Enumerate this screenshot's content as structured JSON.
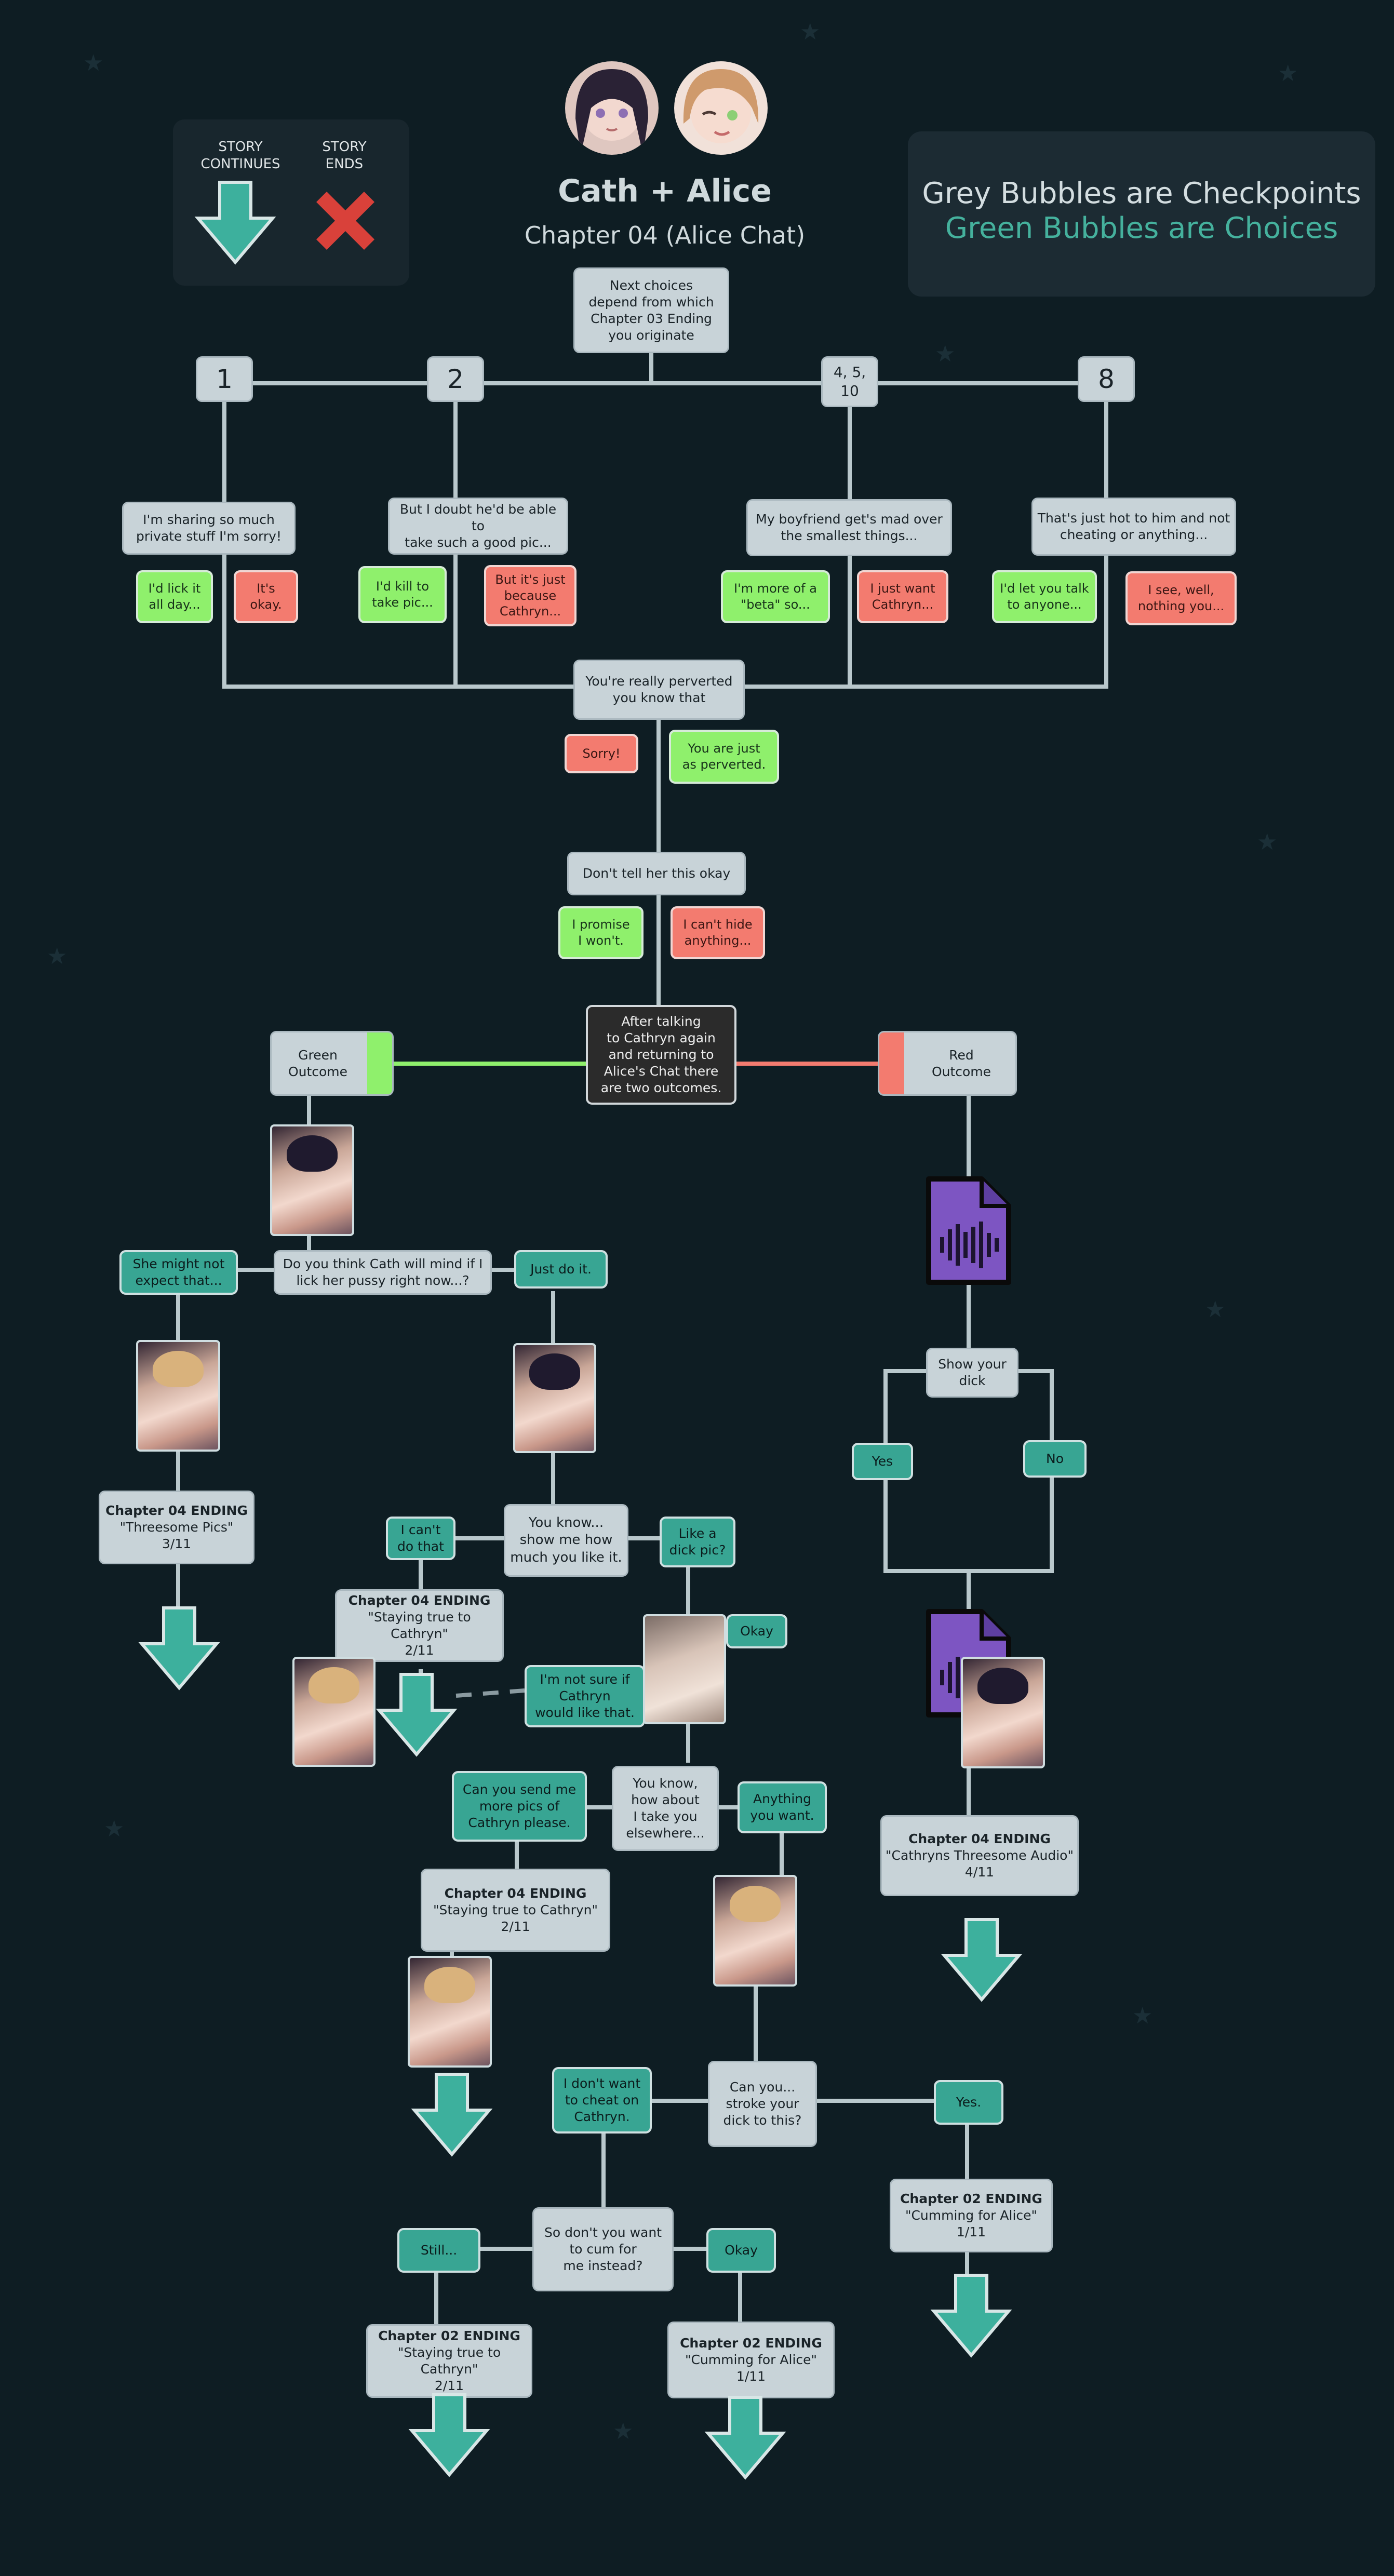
{
  "header": {
    "title": "Cath + Alice",
    "subtitle": "Chapter 04 (Alice Chat)",
    "characters": [
      {
        "name": "Cath",
        "hair_color": "#2a2235",
        "accent": "#8d6fb3"
      },
      {
        "name": "Alice",
        "hair_color": "#cf9a6c",
        "accent": "#8ccf75"
      }
    ]
  },
  "legend": {
    "continues_label": "STORY\nCONTINUES",
    "ends_label": "STORY\nENDS",
    "continues_icon": "down-arrow-icon",
    "ends_icon": "x-icon"
  },
  "info_box": {
    "line1": "Grey Bubbles are Checkpoints",
    "line2": "Green Bubbles are Choices",
    "line1_color": "#d3dde0",
    "line2_color": "#45b19d"
  },
  "colors": {
    "background": "#0e1d23",
    "line": "#b9c8cc",
    "checkpoint": "#c8d3d8",
    "choice": "#38a593",
    "positive_choice": "#8ff06c",
    "negative_choice": "#f37b6f",
    "green_outcome": "#8ff06c",
    "red_outcome": "#f37b6f",
    "audio_file": "#7d55c2"
  },
  "nodes": {
    "intro": "Next choices\ndepend from which\nChapter 03 Ending\nyou originate",
    "branch1": "1",
    "branch2": "2",
    "branch3": "4, 5,\n10",
    "branch4": "8",
    "q1": "I'm sharing so much\nprivate stuff I'm sorry!",
    "q2": "But I doubt he'd be able to\ntake such a good pic...",
    "q3": "My boyfriend get's mad over\nthe smallest things...",
    "q4": "That's just hot to him and not\ncheating or anything...",
    "a1g": "I'd lick it\nall day...",
    "a1r": "It's\nokay.",
    "a2g": "I'd kill to\ntake pic...",
    "a2r": "But it's just\nbecause\nCathryn...",
    "a3g": "I'm more of a\n\"beta\" so...",
    "a3r": "I just want\nCathryn...",
    "a4g": "I'd let you talk\nto anyone...",
    "a4r": "I see, well,\nnothing you...",
    "perverted": "You're really perverted\nyou know that",
    "sorry": "Sorry!",
    "just_as": "You are just\nas perverted.",
    "dont_tell": "Don't tell her this okay",
    "promise": "I promise\nI won't.",
    "cant_hide": "I can't hide\nanything...",
    "after_talking": "After talking\nto Cathryn again\nand returning to\nAlice's Chat there\nare two outcomes.",
    "green_outcome": "Green\nOutcome",
    "red_outcome": "Red\nOutcome",
    "q_mind": "Do you think Cath will mind if I\nlick her pussy right now...?",
    "might_not": "She might not\nexpect that...",
    "just_do": "Just do it.",
    "show_me": "You know...\nshow me how\nmuch you like it.",
    "cant_do": "I can't\ndo that",
    "dick_pic": "Like a\ndick pic?",
    "okay1": "Okay",
    "not_sure": "I'm not sure if\nCathryn\nwould like that.",
    "how_about": "You know,\nhow about\nI take you\nelsewhere...",
    "send_more": "Can you send me\nmore pics of\nCathryn please.",
    "anything": "Anything\nyou want.",
    "stroke": "Can you...\nstroke your\ndick to this?",
    "dont_cheat": "I don't want\nto cheat on\nCathryn.",
    "yes_stroke": "Yes.",
    "cum_instead": "So don't you want\nto cum for\nme instead?",
    "still": "Still...",
    "okay2": "Okay",
    "show_dick": "Show your\ndick",
    "yes": "Yes",
    "no": "No"
  },
  "endings": [
    {
      "title": "Chapter 04 ENDING",
      "name": "\"Threesome Pics\"",
      "count": "3/11"
    },
    {
      "title": "Chapter 04 ENDING",
      "name": "\"Staying true to Cathryn\"",
      "count": "2/11"
    },
    {
      "title": "Chapter 04 ENDING",
      "name": "\"Staying true to Cathryn\"",
      "count": "2/11"
    },
    {
      "title": "Chapter 04 ENDING",
      "name": "\"Cathryns Threesome Audio\"",
      "count": "4/11"
    },
    {
      "title": "Chapter 02 ENDING",
      "name": "\"Cumming for Alice\"",
      "count": "1/11"
    },
    {
      "title": "Chapter 02 ENDING",
      "name": "\"Staying true to Cathryn\"",
      "count": "2/11"
    },
    {
      "title": "Chapter 02 ENDING",
      "name": "\"Cumming for Alice\"",
      "count": "1/11"
    }
  ]
}
